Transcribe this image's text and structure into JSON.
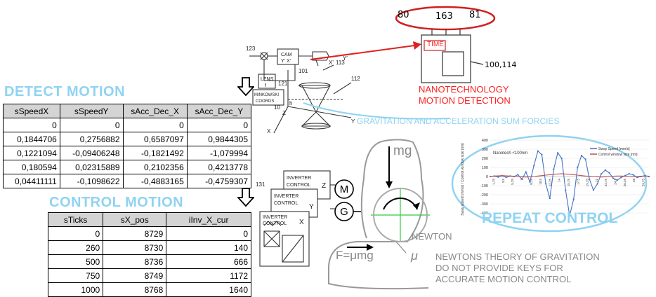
{
  "detect_motion": {
    "title": "DETECT MOTION",
    "headers": [
      "sSpeedX",
      "sSpeedY",
      "sAcc_Dec_X",
      "sAcc_Dec_Y"
    ],
    "rows": [
      [
        "0",
        "0",
        "0",
        "0"
      ],
      [
        "0,1844706",
        "0,2756882",
        "0,6587097",
        "0,9844305"
      ],
      [
        "0,1221094",
        "-0,09406248",
        "-0,1821492",
        "-1,079994"
      ],
      [
        "0,180594",
        "0,02315889",
        "0,2102356",
        "0,4213778"
      ],
      [
        "0,04411111",
        "-0,1098622",
        "-0,4883165",
        "-0,4759307"
      ]
    ]
  },
  "control_motion": {
    "title": "CONTROL MOTION",
    "headers": [
      "sTicks",
      "sX_pos",
      "iInv_X_cur"
    ],
    "rows": [
      [
        "0",
        "8729",
        "0"
      ],
      [
        "260",
        "8730",
        "140"
      ],
      [
        "500",
        "8736",
        "666"
      ],
      [
        "750",
        "8749",
        "1172"
      ],
      [
        "1000",
        "8768",
        "1640"
      ]
    ]
  },
  "annotations": {
    "time_numbers": [
      "80",
      "163",
      "81"
    ],
    "time_label": "TIME",
    "sensor_value": "100,114",
    "nano_line1": "NANOTECHNOLOGY",
    "nano_line2": "MOTION DETECTION",
    "gravitation_text": "GRAVITATION AND ACCELERATION SUM FORCIES",
    "repeat_control": "REPEAT CONTROL",
    "newton": "NEWTON",
    "newton_line1": "NEWTONS THEORY OF GRAVITATION",
    "newton_line2": "DO NOT PROVIDE KEYS FOR",
    "newton_line3": "ACCURATE MOTION CONTROL",
    "mg": "mg",
    "friction": "F=μmg",
    "mu": "μ",
    "motor": "M",
    "generator": "G"
  },
  "sketch_labels": {
    "n123": "123",
    "cam_line1": "CAM",
    "cam_line2": "Y' X'",
    "lens_line1": "LENS",
    "lens_line2": "f",
    "mink_line1": "MINKOWSKI",
    "mink_line2": "COORDS",
    "n101": "101",
    "n113": "113",
    "n121": "121",
    "n112": "112",
    "n10": "10",
    "axis_x": "X",
    "axis_y": "Y",
    "axis_z": "Z",
    "axis_h": "h",
    "x_prime": "X'",
    "y_prime": "Y'",
    "n131": "131",
    "inv_line1": "INVERTER",
    "inv_line2": "CONTROL",
    "inv_z": "Z",
    "inv_y": "Y",
    "inv_x": "X"
  },
  "chart_data": {
    "type": "line",
    "title": "",
    "ylabel": "Sway speed [mm/s] / Control window size [nm]",
    "annotation": "Nanotech <100nm",
    "legend_position": "top-right",
    "ylim": [
      -400,
      400
    ],
    "yticks": [
      "400",
      "300",
      "200",
      "100",
      "0",
      "-100",
      "-200",
      "-300",
      "-400"
    ],
    "grid": true,
    "xtick_labels": [
      "1,75",
      "3,5",
      "5,25",
      "7",
      "8,75",
      "10,5",
      "12,25",
      "14",
      "15,75",
      "17,5",
      "19,25",
      "21",
      "22,75",
      "24,5",
      "26,25",
      "28",
      "29,75"
    ],
    "series": [
      {
        "name": "Sway Speed [mm/s]",
        "color": "#4472c4",
        "values": [
          0,
          5,
          -5,
          10,
          -10,
          5,
          0,
          20,
          -30,
          50,
          -60,
          120,
          280,
          240,
          -80,
          -240,
          80,
          260,
          200,
          -150,
          -430,
          -250,
          100,
          230,
          190,
          -30,
          -150,
          -80,
          30,
          70,
          40,
          -20,
          -40,
          -10,
          10,
          30,
          20,
          -10,
          0,
          10,
          0
        ]
      },
      {
        "name": "Control window size [nm]",
        "color": "#c0504d",
        "values": [
          0,
          5,
          8,
          10,
          8,
          5,
          3,
          0,
          -3,
          -5,
          -3,
          0,
          5,
          10,
          15,
          20,
          25,
          28,
          30,
          28,
          25,
          20,
          15,
          10,
          5,
          3,
          0,
          -3,
          -5,
          -3,
          0,
          3,
          5,
          5,
          3,
          0,
          -3,
          0,
          3,
          5,
          3
        ]
      }
    ]
  }
}
